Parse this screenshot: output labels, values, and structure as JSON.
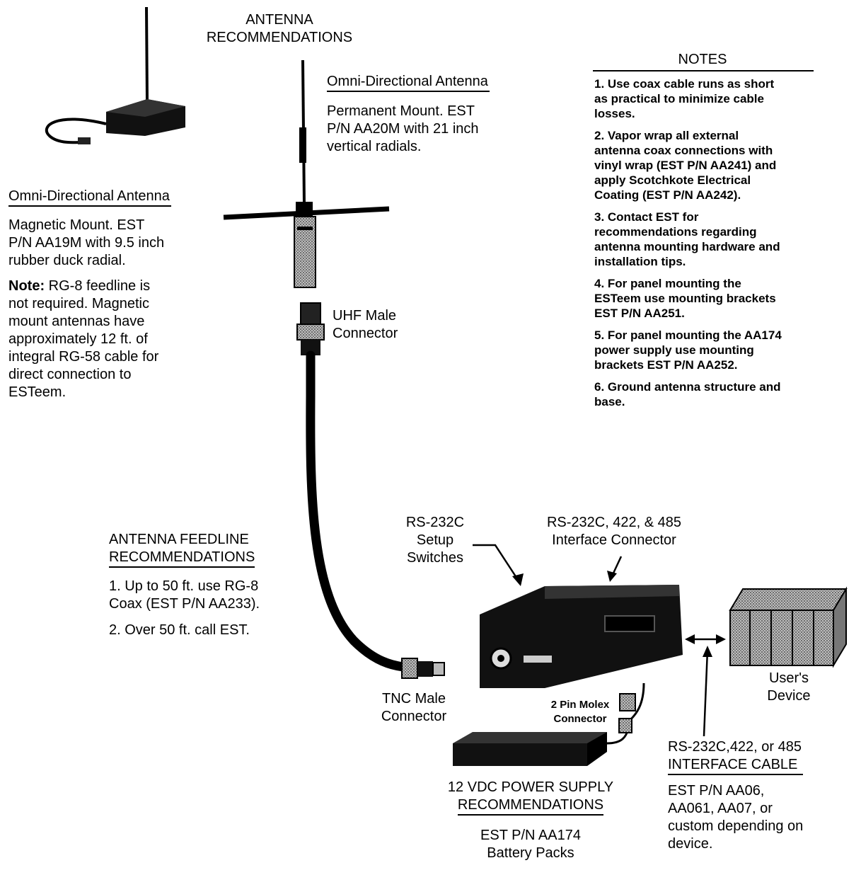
{
  "antenna_recommendations": {
    "title_line1": "ANTENNA",
    "title_line2": "RECOMMENDATIONS"
  },
  "permanent_antenna": {
    "heading": "Omni-Directional Antenna",
    "lines": [
      "Permanent Mount.  EST",
      "P/N AA20M with 21 inch",
      "vertical radials."
    ]
  },
  "magnetic_antenna": {
    "heading": "Omni-Directional Antenna",
    "lines": [
      "Magnetic Mount.  EST",
      "P/N AA19M with 9.5 inch",
      "rubber duck radial."
    ],
    "note_label": "Note:",
    "note_first": " RG-8 feedline is",
    "note_lines": [
      "not required.  Magnetic",
      "mount antennas have",
      "approximately 12 ft. of",
      "integral RG-58 cable for",
      "direct connection to",
      "ESTeem."
    ]
  },
  "notes": {
    "heading": "NOTES",
    "items": [
      [
        "1.  Use coax cable runs as short",
        "as practical to minimize cable",
        "losses."
      ],
      [
        "2.  Vapor wrap all external",
        "antenna coax connections with",
        "vinyl wrap (EST P/N AA241) and",
        "apply Scotchkote Electrical",
        "Coating (EST P/N AA242)."
      ],
      [
        "3.  Contact EST for",
        "recommendations regarding",
        "antenna mounting hardware and",
        "installation tips."
      ],
      [
        "4.  For panel mounting the",
        "ESTeem use mounting brackets",
        "EST P/N AA251."
      ],
      [
        "5.  For panel mounting the AA174",
        "power supply use mounting",
        "brackets EST P/N AA252."
      ],
      [
        "6.  Ground antenna structure and",
        "base."
      ]
    ]
  },
  "uhf_connector": {
    "line1": "UHF Male",
    "line2": "Connector"
  },
  "tnc_connector": {
    "line1": "TNC Male",
    "line2": "Connector"
  },
  "feedline": {
    "heading_line1": "ANTENNA FEEDLINE",
    "heading_line2": "RECOMMENDATIONS",
    "items": [
      "1. Up to 50 ft. use RG-8",
      "Coax (EST P/N AA233).",
      "2. Over 50 ft. call EST."
    ]
  },
  "setup_switches": {
    "line1": "RS-232C",
    "line2": "Setup",
    "line3": "Switches"
  },
  "interface_connector": {
    "line1": "RS-232C, 422, & 485",
    "line2": "Interface Connector"
  },
  "users_device": {
    "line1": "User's",
    "line2": "Device"
  },
  "molex": {
    "line1": "2 Pin Molex",
    "line2": "Connector"
  },
  "interface_cable": {
    "line1": "RS-232C,422, or 485",
    "line2": "INTERFACE CABLE",
    "lines": [
      "EST P/N AA06,",
      "AA061, AA07, or",
      "custom depending on",
      "device."
    ]
  },
  "power_supply": {
    "line1": "12 VDC POWER SUPPLY",
    "line2": "RECOMMENDATIONS",
    "line3": "EST P/N AA174",
    "line4": "Battery Packs"
  }
}
